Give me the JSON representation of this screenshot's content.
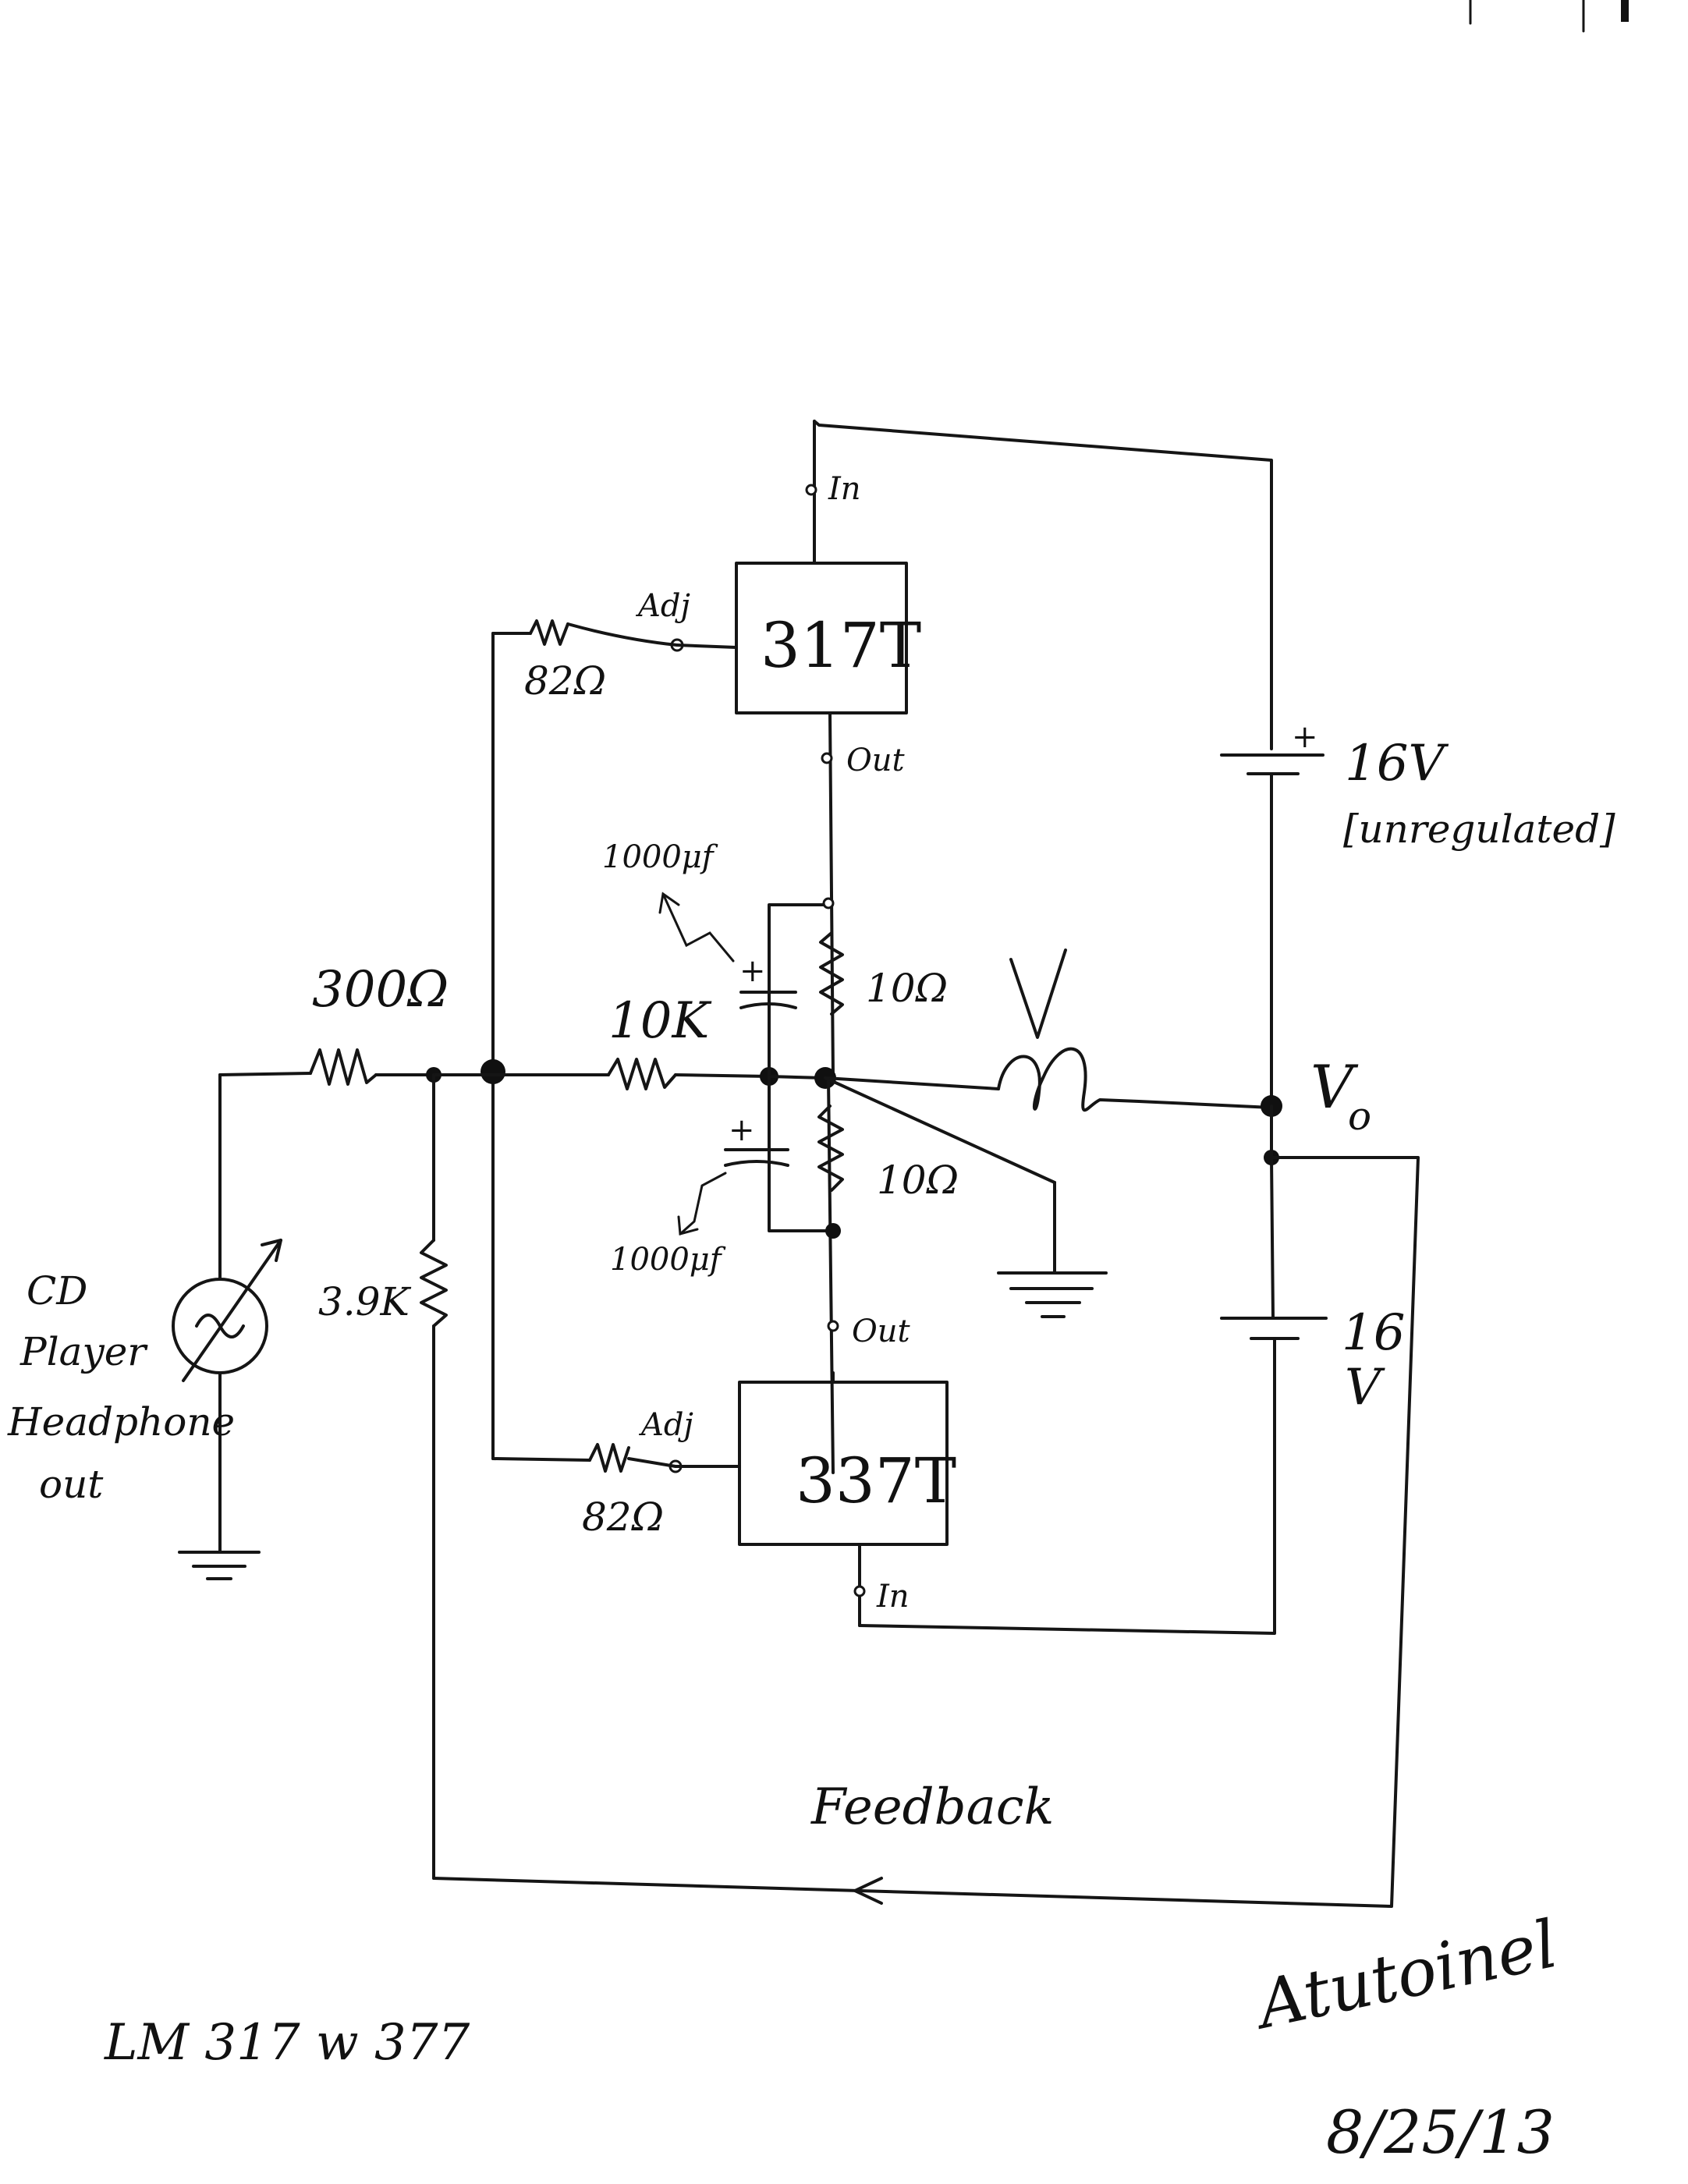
{
  "regulator_top": {
    "name": "317T",
    "pin_in": "In",
    "pin_adj": "Adj",
    "pin_out": "Out",
    "adj_resistor": "82Ω"
  },
  "regulator_bottom": {
    "name": "337T",
    "pin_in": "In",
    "pin_adj": "Adj",
    "pin_out": "Out",
    "adj_resistor": "82Ω"
  },
  "components": {
    "input_resistor": "300Ω",
    "bias_resistor": "10K",
    "shunt_resistor": "3.9K",
    "cap_top": "1000μf",
    "cap_bottom": "1000μf",
    "sense_resistor_top": "10Ω",
    "sense_resistor_bottom": "10Ω",
    "lamp_label": "V"
  },
  "supply": {
    "top_plus": "+",
    "top_voltage": "16V",
    "top_note": "[unregulated]",
    "bottom_voltage": "16",
    "bottom_unit": "V"
  },
  "output_label": "V",
  "output_subscript": "o",
  "source_label": [
    "CD",
    "Player",
    "Headphone",
    "out"
  ],
  "feedback_label": "Feedback",
  "part_note": "LM 317 w 377",
  "signature": "Atutoinel",
  "date": "8/25/13"
}
